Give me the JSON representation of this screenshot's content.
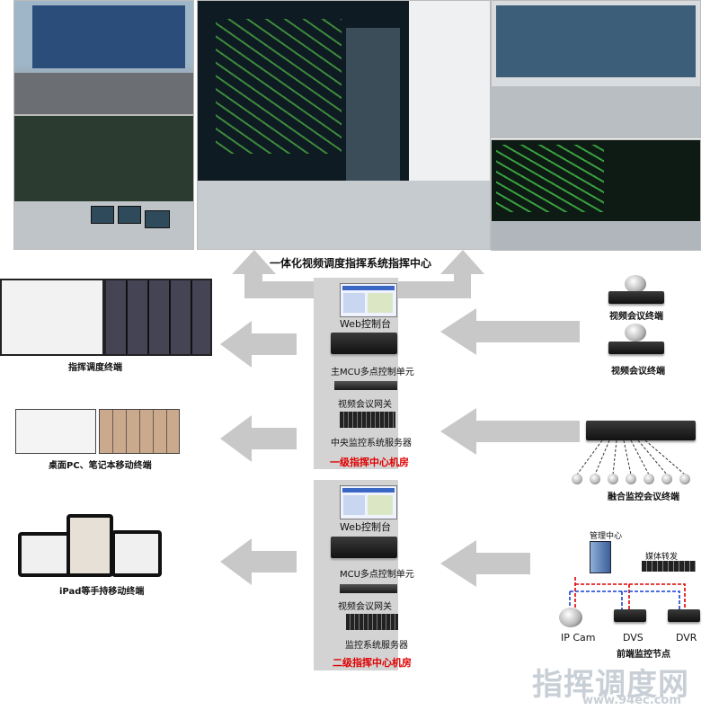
{
  "top_title": "一体化视频调度指挥系统指挥中心",
  "room1": {
    "web_console": "Web控制台",
    "main_mcu": "主MCU多点控制单元",
    "gateway": "视频会议网关",
    "server": "中央监控系统服务器",
    "caption": "一级指挥中心机房"
  },
  "room2": {
    "web_console": "Web控制台",
    "mcu": "MCU多点控制单元",
    "gateway": "视频会议网关",
    "server": "监控系统服务器",
    "caption": "二级指挥中心机房"
  },
  "left_terminals": {
    "dispatch": "指挥调度终端",
    "desktop": "桌面PC、笔记本移动终端",
    "ipad": "iPad等手持移动终端"
  },
  "right_terminals": {
    "vc1": "视频会议终端",
    "vc2": "视频会议终端",
    "fusion": "融合监控会议终端",
    "mgmt_center": "管理中心",
    "media_forward": "媒体转发",
    "ipcam": "IP Cam",
    "dvs": "DVS",
    "dvr": "DVR",
    "frontend": "前端监控节点"
  },
  "watermark": {
    "title": "指挥调度网",
    "url": "www.94ec.com"
  },
  "colors": {
    "arrow": "#c8c8c8",
    "room_bg": "#d3d3d3",
    "room_caption": "#e00000",
    "link_red": "#e00000",
    "link_blue": "#1a3fd0"
  }
}
